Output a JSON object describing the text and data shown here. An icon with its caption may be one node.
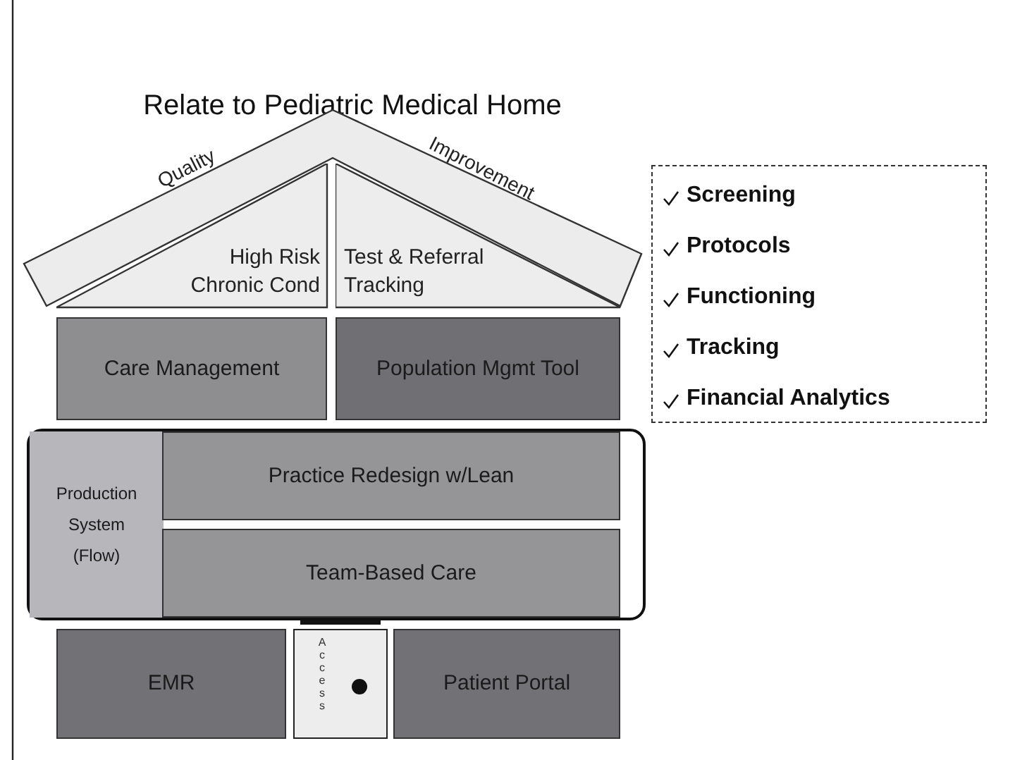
{
  "diagram": {
    "title": "Relate to Pediatric Medical Home",
    "nodes": [
      {
        "text": [
          "Quality",
          "Improvement"
        ]
      },
      {
        "text": [
          "High Risk Chronic Cond"
        ]
      },
      {
        "text": [
          "Test & Referral Tracking"
        ]
      },
      {
        "text": [
          "Care Management"
        ]
      },
      {
        "text": [
          "Population Mgmt Tool"
        ]
      },
      {
        "text": [
          "Production System (Flow)"
        ]
      },
      {
        "text": [
          "Practice Redesign w/Lean"
        ]
      },
      {
        "text": [
          "Team-Based Care"
        ]
      },
      {
        "text": [
          "EMR"
        ]
      },
      {
        "text": [
          "Access"
        ]
      },
      {
        "text": [
          "Patient Portal"
        ]
      },
      {
        "text": [
          "Screening",
          "Protocols",
          "Functioning",
          "Tracking",
          "Financial Analytics"
        ]
      }
    ]
  }
}
